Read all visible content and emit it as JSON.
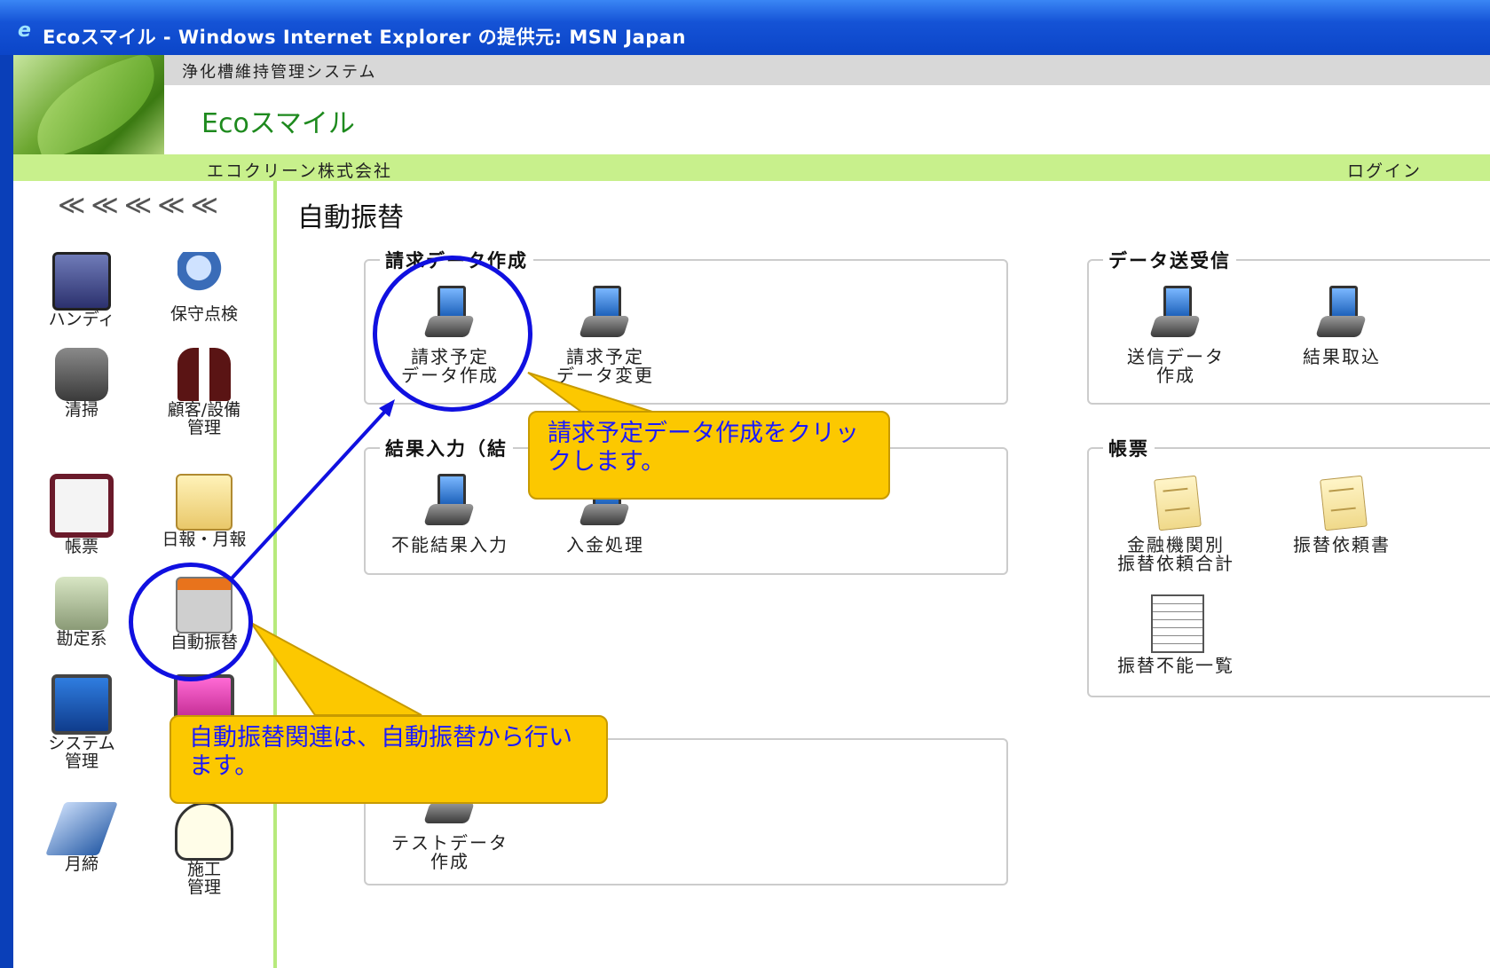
{
  "window": {
    "title": "Ecoスマイル - Windows Internet Explorer の提供元: MSN Japan"
  },
  "header": {
    "system_name": "浄化槽維持管理システム",
    "app_name": "Ecoスマイル",
    "company": "エコクリーン株式会社",
    "login": "ログイン"
  },
  "sidebar": {
    "collapse_label": "≪≪≪≪≪",
    "items": [
      {
        "label": "ハンディ",
        "icon": "handy-terminal-icon"
      },
      {
        "label": "保守点検",
        "icon": "maintenance-worker-icon"
      },
      {
        "label": "清掃",
        "icon": "cleaning-truck-icon"
      },
      {
        "label": "顧客/設備\n管理",
        "icon": "customers-icon"
      },
      {
        "label": "帳票",
        "icon": "report-book-icon"
      },
      {
        "label": "日報・月報",
        "icon": "folder-icon"
      },
      {
        "label": "勘定系",
        "icon": "money-icon"
      },
      {
        "label": "自動振替",
        "icon": "auto-transfer-icon"
      },
      {
        "label": "システム\n管理",
        "icon": "computer-icon"
      },
      {
        "label": "",
        "icon": "pc-icon"
      },
      {
        "label": "月締",
        "icon": "laptop-icon"
      },
      {
        "label": "施工\n管理",
        "icon": "helmet-icon"
      }
    ]
  },
  "main": {
    "page_title": "自動振替",
    "groups": {
      "billing": {
        "title": "請求データ作成",
        "tiles": [
          "請求予定\nデータ作成",
          "請求予定\nデータ変更"
        ]
      },
      "results": {
        "title": "結果入力（結",
        "tiles": [
          "不能結果入力",
          "入金処理"
        ]
      },
      "test": {
        "tiles": [
          "テストデータ\n作成"
        ]
      },
      "transfer": {
        "title": "データ送受信",
        "tiles": [
          "送信データ\n作成",
          "結果取込"
        ]
      },
      "reports": {
        "title": "帳票",
        "tiles": [
          "金融機関別\n振替依頼合計",
          "振替依頼書",
          "振替不能一覧"
        ]
      }
    }
  },
  "callouts": {
    "top": {
      "keyword": "請求予定データ作成",
      "text": "をクリックします。"
    },
    "bottom": {
      "prefix": "自動振替関連は、",
      "keyword": "自動振替",
      "suffix": "から行います。"
    }
  },
  "colors": {
    "title_bar": "#1553d6",
    "green_bar": "#c8f08c",
    "app_name": "#1e8a1e",
    "callout_bg": "#fcc800",
    "highlight": "#1010e0"
  }
}
